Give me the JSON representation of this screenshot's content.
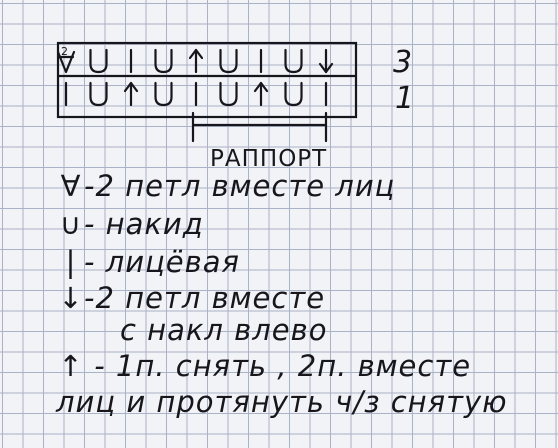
{
  "chart": {
    "rows": [
      {
        "label": "3",
        "cells": [
          "k2tog",
          "yo",
          "k",
          "yo",
          "sk2p",
          "yo",
          "k",
          "yo",
          "ssk"
        ]
      },
      {
        "label": "1",
        "cells": [
          "k",
          "yo",
          "sk2p",
          "yo",
          "k",
          "yo",
          "sk2p",
          "yo",
          "k"
        ]
      }
    ],
    "repeat_label": "РАППОРТ"
  },
  "legend": [
    {
      "symbol": "∀",
      "icon": "k2tog-icon",
      "text": "-2 петл вместе лиц"
    },
    {
      "symbol": "∪",
      "icon": "yarn-over-icon",
      "text": "- накид"
    },
    {
      "symbol": "|",
      "icon": "knit-icon",
      "text": "- лицёвая"
    },
    {
      "symbol": "↓",
      "icon": "ssk-icon",
      "text": "-2 петл вместе"
    },
    {
      "symbol": "",
      "icon": "",
      "text": "с накл влево"
    },
    {
      "symbol": "↑",
      "icon": "sk2p-icon",
      "text": " - 1п. снять , 2п. вместе"
    },
    {
      "symbol": "",
      "icon": "",
      "text": "лиц и протянуть ч/з снятую"
    }
  ],
  "colors": {
    "ink": "#16161c",
    "grid": "#aab2c8",
    "paper": "#f2f3f6"
  }
}
